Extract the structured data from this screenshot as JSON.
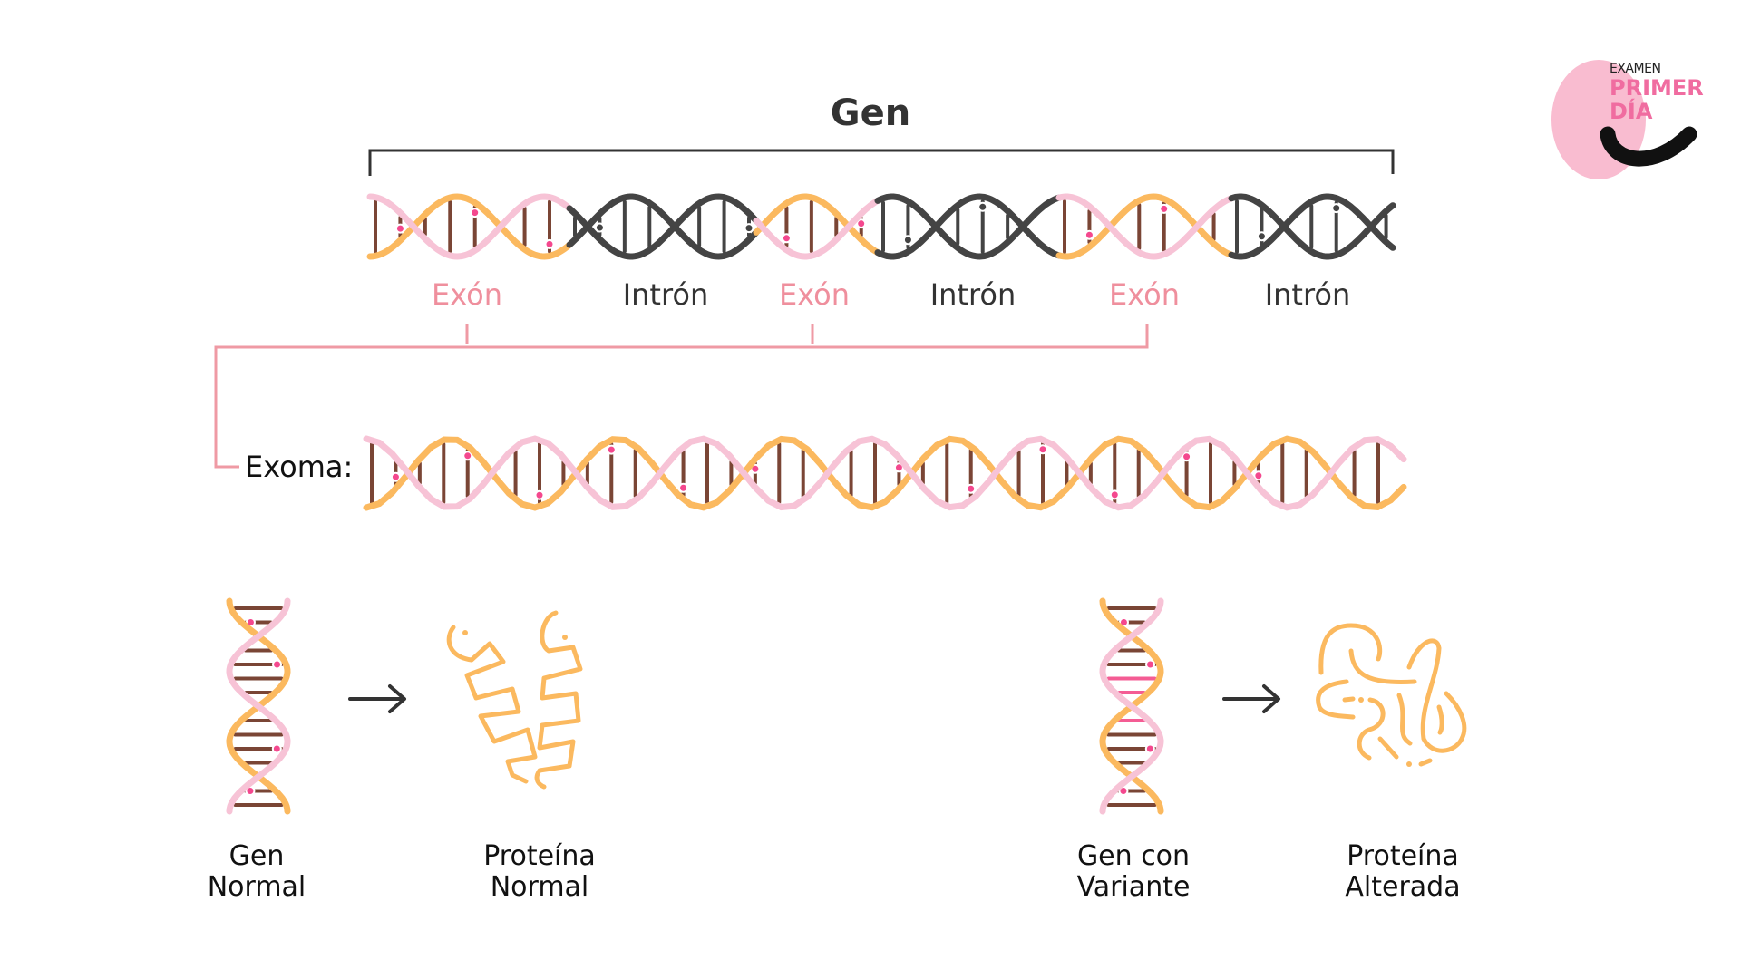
{
  "title": "Gen",
  "gene_segments": [
    {
      "label": "Exón",
      "type": "exon"
    },
    {
      "label": "Intrón",
      "type": "intron"
    },
    {
      "label": "Exón",
      "type": "exon"
    },
    {
      "label": "Intrón",
      "type": "intron"
    },
    {
      "label": "Exón",
      "type": "exon"
    },
    {
      "label": "Intrón",
      "type": "intron"
    }
  ],
  "exome_label": "Exoma:",
  "examples": [
    {
      "gene_label_line1": "Gen",
      "gene_label_line2": "Normal",
      "protein_label_line1": "Proteína",
      "protein_label_line2": "Normal"
    },
    {
      "gene_label_line1": "Gen con",
      "gene_label_line2": "Variante",
      "protein_label_line1": "Proteína",
      "protein_label_line2": "Alterada"
    }
  ],
  "logo": {
    "line1": "EXAMEN",
    "line2": "PRIMER",
    "line3": "DÍA"
  },
  "colors": {
    "exon_strand_a": "#f7c3d6",
    "exon_strand_b": "#fbb95f",
    "intron": "#444444",
    "base_pair": "#7a4535",
    "dot": "#f4488e",
    "bracket_exon": "#ef9aa4",
    "bracket_gene": "#333333",
    "variant": "#f45c94"
  }
}
